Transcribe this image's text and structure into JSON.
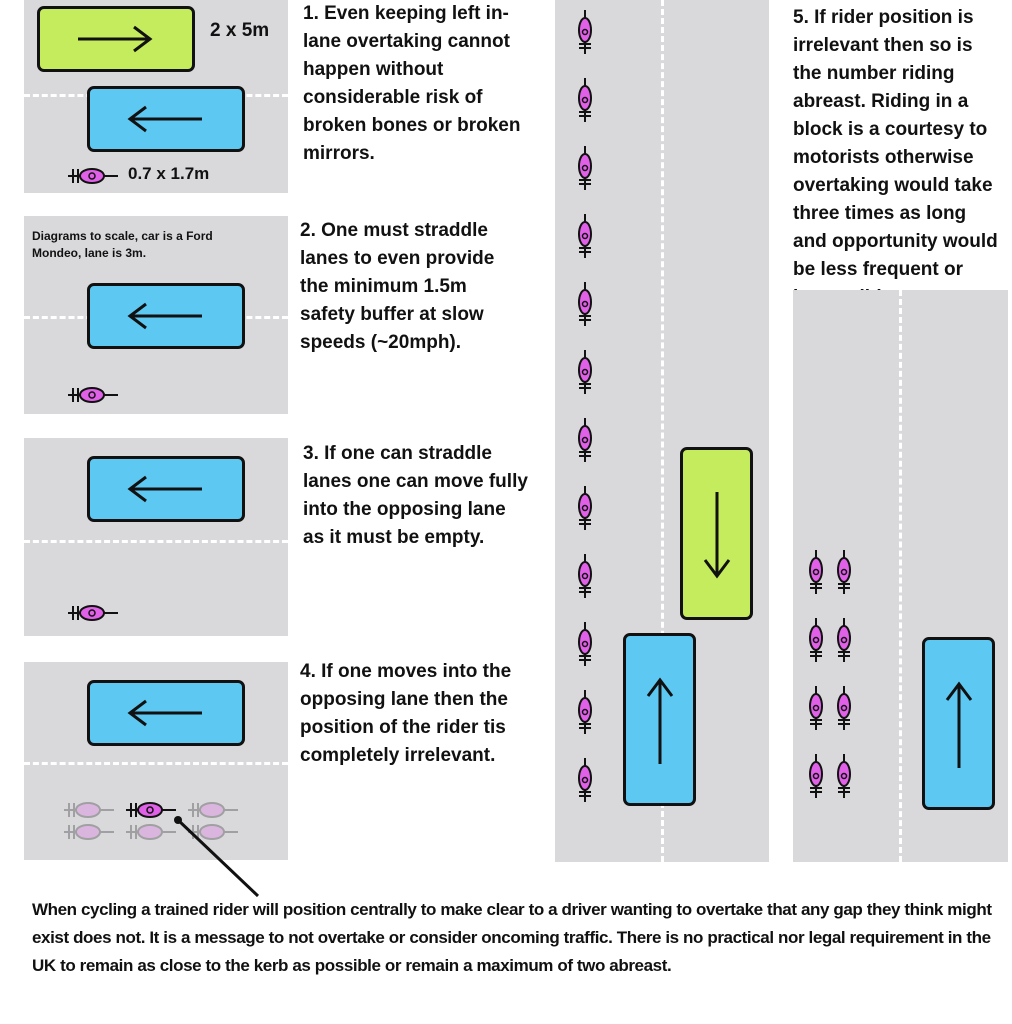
{
  "labels": {
    "car_size": "2 x 5m",
    "bike_size": "0.7 x 1.7m",
    "scale_note": "Diagrams to scale, car is a Ford Mondeo, lane is 3m."
  },
  "captions": {
    "c1": "1. Even keeping left in-lane overtaking cannot happen without considerable risk of broken bones or broken mirrors.",
    "c2": "2. One must straddle lanes to even provide the minimum 1.5m safety buffer at slow speeds (~20mph).",
    "c3": "3. If one can straddle lanes one can move fully into the opposing lane as it must be empty.",
    "c4": "4. If one moves into the opposing lane then the position of the rider tis completely irrelevant.",
    "c5": "5. If rider position is irrelevant then so is the number riding abreast. Riding in a block is a courtesy to motorists otherwise overtaking would take three times as long and opportunity would be less frequent or impossible."
  },
  "bottom_text": "When cycling a trained rider will position centrally to make clear to a driver wanting to overtake that any gap they think might exist does not. It is a message to not overtake or consider oncoming traffic. There is no practical nor legal requirement in the UK to remain as close to the kerb as possible or remain a maximum of two abreast.",
  "colors": {
    "road": "#d9d9dc",
    "car_blue": "#5dc8f2",
    "car_green": "#c4ec5c",
    "bike": "#e060e8"
  },
  "icons": [
    "arrow-right-icon",
    "arrow-left-icon",
    "arrow-up-icon",
    "arrow-down-icon",
    "bicycle-icon"
  ]
}
